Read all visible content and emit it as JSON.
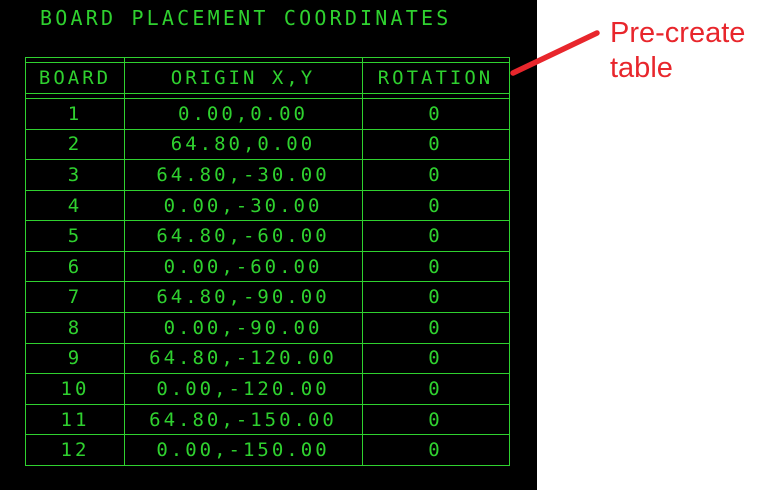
{
  "colors": {
    "green": "#2fd12f",
    "red": "#e8262c",
    "panel": "#000000",
    "page": "#ffffff"
  },
  "title": "BOARD PLACEMENT COORDINATES",
  "table": {
    "headers": [
      "BOARD",
      "ORIGIN X,Y",
      "ROTATION"
    ],
    "rows": [
      {
        "board": "1",
        "origin": "0.00,0.00",
        "rotation": "0"
      },
      {
        "board": "2",
        "origin": "64.80,0.00",
        "rotation": "0"
      },
      {
        "board": "3",
        "origin": "64.80,-30.00",
        "rotation": "0"
      },
      {
        "board": "4",
        "origin": "0.00,-30.00",
        "rotation": "0"
      },
      {
        "board": "5",
        "origin": "64.80,-60.00",
        "rotation": "0"
      },
      {
        "board": "6",
        "origin": "0.00,-60.00",
        "rotation": "0"
      },
      {
        "board": "7",
        "origin": "64.80,-90.00",
        "rotation": "0"
      },
      {
        "board": "8",
        "origin": "0.00,-90.00",
        "rotation": "0"
      },
      {
        "board": "9",
        "origin": "64.80,-120.00",
        "rotation": "0"
      },
      {
        "board": "10",
        "origin": "0.00,-120.00",
        "rotation": "0"
      },
      {
        "board": "11",
        "origin": "64.80,-150.00",
        "rotation": "0"
      },
      {
        "board": "12",
        "origin": "0.00,-150.00",
        "rotation": "0"
      }
    ]
  },
  "annotation": {
    "lines": [
      "Pre-create",
      "table"
    ]
  }
}
